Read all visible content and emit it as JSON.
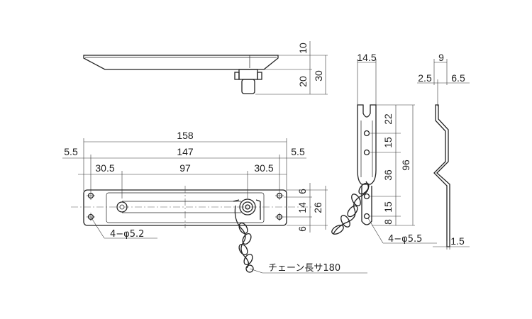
{
  "top_view": {
    "dims": {
      "d10": "10",
      "d20": "20",
      "d30": "30"
    }
  },
  "front_view": {
    "dims": {
      "d158": "158",
      "d147": "147",
      "d5_5_left": "5.5",
      "d5_5_right": "5.5",
      "d30_5_left": "30.5",
      "d97": "97",
      "d30_5_right": "30.5",
      "d6_top": "6",
      "d14": "14",
      "d26": "26",
      "d6_bottom": "6"
    },
    "hole_note": "4−φ5.2",
    "chain_note": "チェーン長サ180"
  },
  "side_view": {
    "dims": {
      "d14_5": "14.5",
      "d22": "22",
      "d15_top": "15",
      "d36": "36",
      "d15_bottom": "15",
      "d8": "8",
      "d96": "96"
    },
    "hole_note": "4−φ5.5"
  },
  "profile_view": {
    "dims": {
      "d9": "9",
      "d2_5": "2.5",
      "d6_5": "6.5",
      "d1_5": "1.5"
    }
  }
}
